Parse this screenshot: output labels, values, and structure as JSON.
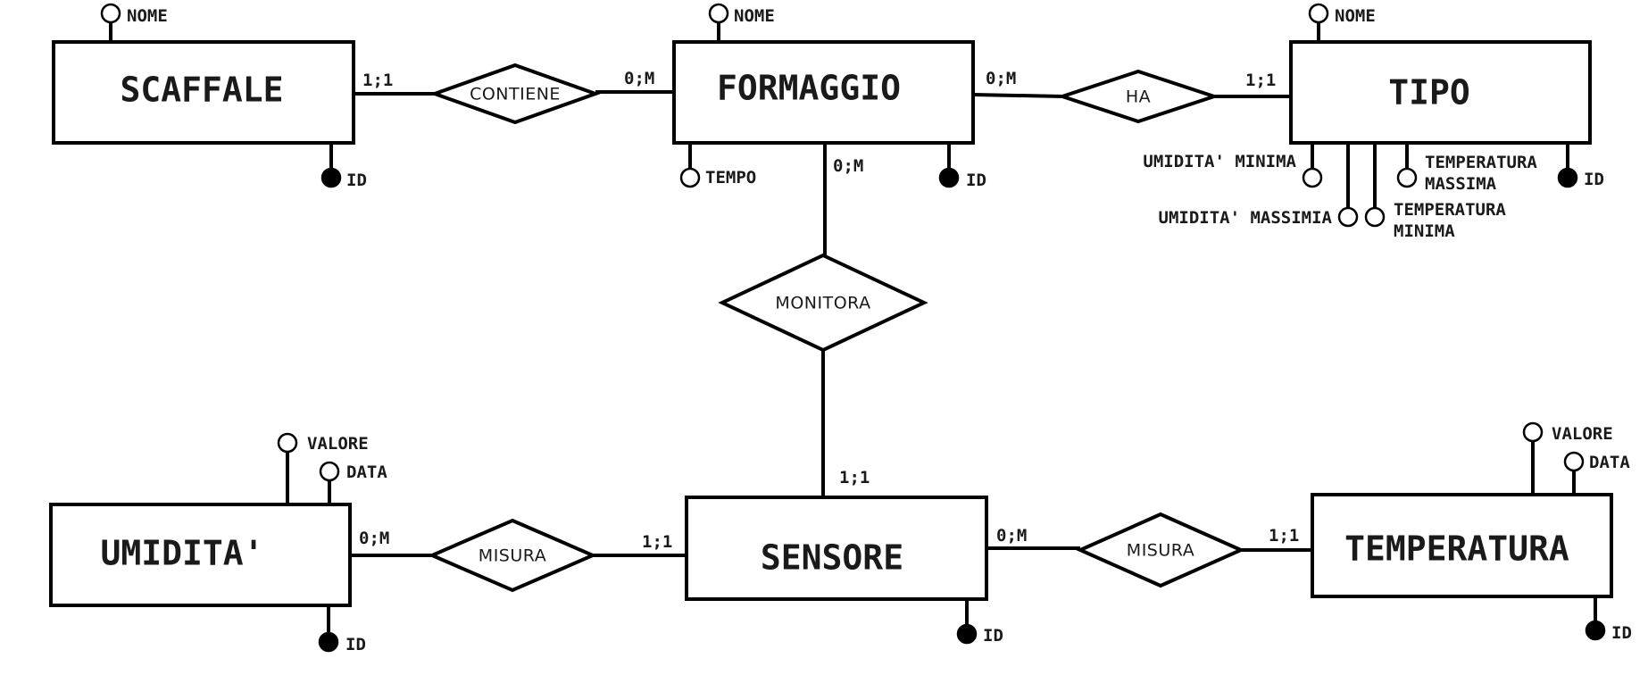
{
  "entities": [
    {
      "id": "scaffale",
      "label": "SCAFFALE"
    },
    {
      "id": "formaggio",
      "label": "FORMAGGIO"
    },
    {
      "id": "tipo",
      "label": "TIPO"
    },
    {
      "id": "umidita",
      "label": "UMIDITA'"
    },
    {
      "id": "sensore",
      "label": "SENSORE"
    },
    {
      "id": "temperatura",
      "label": "TEMPERATURA"
    }
  ],
  "relationships": [
    {
      "id": "contiene",
      "label": "CONTIENE"
    },
    {
      "id": "ha",
      "label": "HA"
    },
    {
      "id": "monitora",
      "label": "MONITORA"
    },
    {
      "id": "misura_umidita",
      "label": "MISURA"
    },
    {
      "id": "misura_temperatura",
      "label": "MISURA"
    }
  ],
  "attributes": [
    {
      "id": "scaffale_nome",
      "entity": "scaffale",
      "label": "NOME",
      "key": false
    },
    {
      "id": "scaffale_id",
      "entity": "scaffale",
      "label": "ID",
      "key": true
    },
    {
      "id": "formaggio_nome",
      "entity": "formaggio",
      "label": "NOME",
      "key": false
    },
    {
      "id": "formaggio_tempo",
      "entity": "formaggio",
      "label": "TEMPO",
      "key": false
    },
    {
      "id": "formaggio_id",
      "entity": "formaggio",
      "label": "ID",
      "key": true
    },
    {
      "id": "tipo_nome",
      "entity": "tipo",
      "label": "NOME",
      "key": false
    },
    {
      "id": "tipo_umidita_minima",
      "entity": "tipo",
      "label": "UMIDITA' MINIMA",
      "key": false
    },
    {
      "id": "tipo_umidita_massimia",
      "entity": "tipo",
      "label": "UMIDITA' MASSIMIA",
      "key": false
    },
    {
      "id": "tipo_temperatura_minima",
      "entity": "tipo",
      "label": [
        "TEMPERATURA",
        "MINIMA"
      ],
      "key": false
    },
    {
      "id": "tipo_temperatura_massima",
      "entity": "tipo",
      "label": [
        "TEMPERATURA",
        "MASSIMA"
      ],
      "key": false
    },
    {
      "id": "tipo_id",
      "entity": "tipo",
      "label": "ID",
      "key": true
    },
    {
      "id": "umidita_valore",
      "entity": "umidita",
      "label": "VALORE",
      "key": false
    },
    {
      "id": "umidita_data",
      "entity": "umidita",
      "label": "DATA",
      "key": false
    },
    {
      "id": "umidita_id",
      "entity": "umidita",
      "label": "ID",
      "key": true
    },
    {
      "id": "sensore_id",
      "entity": "sensore",
      "label": "ID",
      "key": true
    },
    {
      "id": "temperatura_valore",
      "entity": "temperatura",
      "label": "VALORE",
      "key": false
    },
    {
      "id": "temperatura_data",
      "entity": "temperatura",
      "label": "DATA",
      "key": false
    },
    {
      "id": "temperatura_id",
      "entity": "temperatura",
      "label": "ID",
      "key": true
    }
  ],
  "links": [
    {
      "id": "scaffale_contiene",
      "from": "scaffale",
      "to": "contiene",
      "cardinality": "1;1"
    },
    {
      "id": "contiene_formaggio",
      "from": "contiene",
      "to": "formaggio",
      "cardinality": "0;M"
    },
    {
      "id": "formaggio_ha",
      "from": "formaggio",
      "to": "ha",
      "cardinality": "0;M"
    },
    {
      "id": "ha_tipo",
      "from": "ha",
      "to": "tipo",
      "cardinality": "1;1"
    },
    {
      "id": "formaggio_monitora",
      "from": "formaggio",
      "to": "monitora",
      "cardinality": "0;M"
    },
    {
      "id": "monitora_sensore",
      "from": "monitora",
      "to": "sensore",
      "cardinality": "1;1"
    },
    {
      "id": "umidita_misura",
      "from": "umidita",
      "to": "misura_umidita",
      "cardinality": "0;M"
    },
    {
      "id": "misura_sensore",
      "from": "misura_umidita",
      "to": "sensore",
      "cardinality": "1;1"
    },
    {
      "id": "sensore_misura",
      "from": "sensore",
      "to": "misura_temperatura",
      "cardinality": "0;M"
    },
    {
      "id": "misura_temperatura_link",
      "from": "misura_temperatura",
      "to": "temperatura",
      "cardinality": "1;1"
    }
  ],
  "colors": {
    "stroke": "#000000",
    "fill": "#ffffff",
    "text": "#1a1a1a"
  }
}
